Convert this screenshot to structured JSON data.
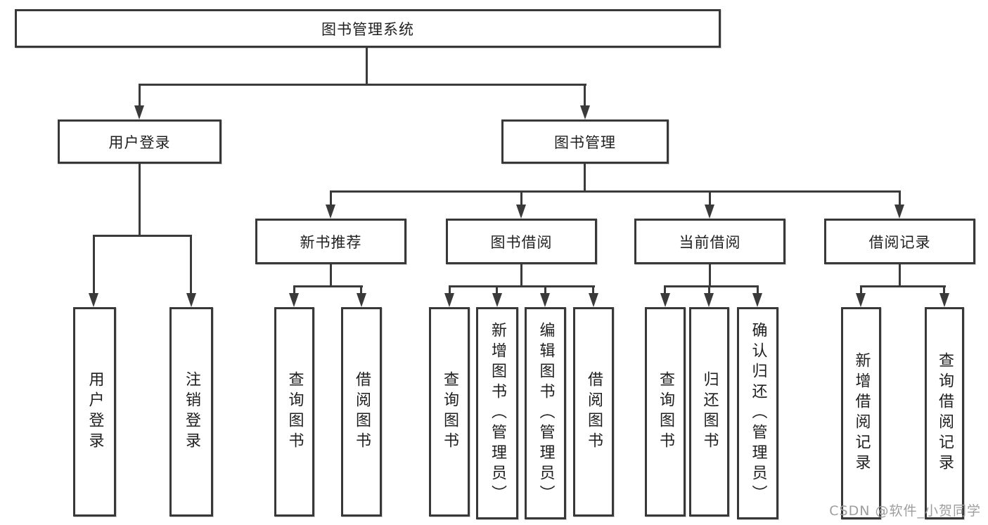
{
  "diagram": {
    "root": {
      "label": "图书管理系统"
    },
    "level2": [
      {
        "label": "用户登录"
      },
      {
        "label": "图书管理"
      }
    ],
    "level3": [
      {
        "label": "新书推荐"
      },
      {
        "label": "图书借阅"
      },
      {
        "label": "当前借阅"
      },
      {
        "label": "借阅记录"
      }
    ],
    "leaves": {
      "user_login": [
        "用户登录",
        "注销登录"
      ],
      "new_book_recommend": [
        "查询图书",
        "借阅图书"
      ],
      "book_borrow": [
        "查询图书",
        "新增图书（管理员）",
        "编辑图书（管理员）",
        "借阅图书"
      ],
      "current_borrow": [
        "查询图书",
        "归还图书",
        "确认归还（管理员）"
      ],
      "borrow_records": [
        "新增借阅记录",
        "查询借阅记录"
      ]
    }
  },
  "watermark": {
    "text": "CSDN @软件_小贺同学",
    "color": "#9e9e9e"
  },
  "colors": {
    "line": "#3a3a3a",
    "box_border": "#383838",
    "text": "#1f1f1f",
    "background": "#ffffff"
  }
}
